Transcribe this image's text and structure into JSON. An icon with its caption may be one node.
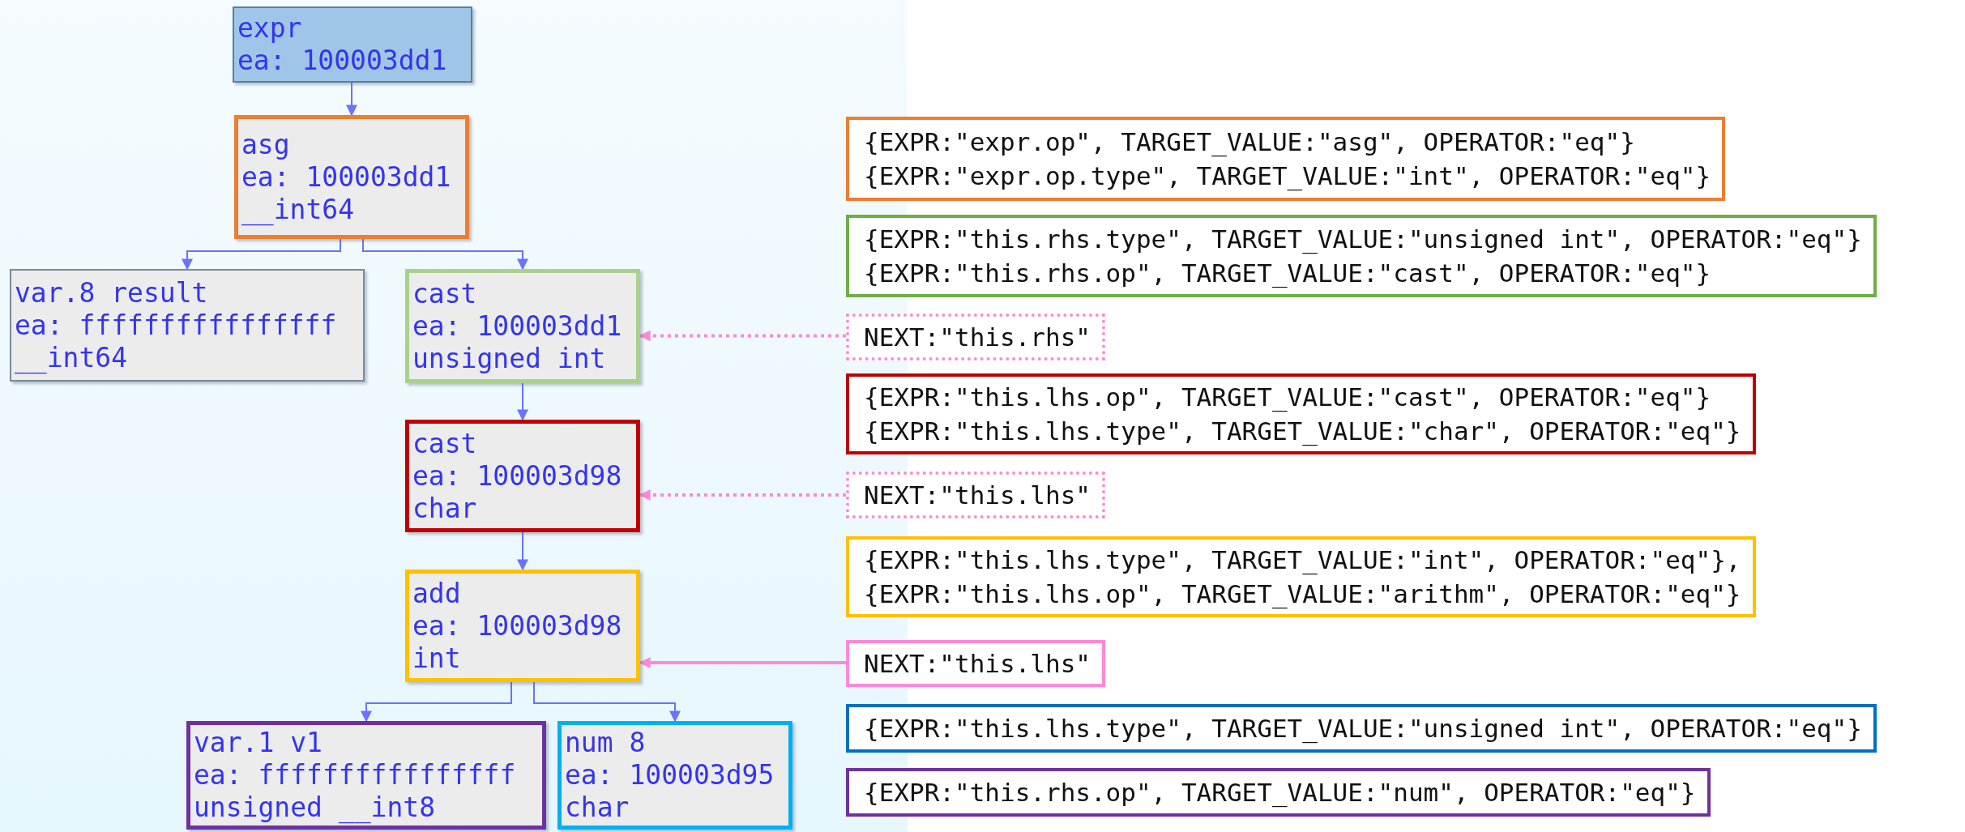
{
  "diagram": {
    "nodes": [
      {
        "text": [
          "expr",
          "ea: 100003dd1"
        ]
      },
      {
        "text": [
          "asg",
          "ea: 100003dd1",
          "__int64"
        ]
      },
      {
        "text": [
          "var.8 result",
          "ea: ffffffffffffffff",
          "__int64"
        ]
      },
      {
        "text": [
          "cast",
          "ea: 100003dd1",
          "unsigned int"
        ]
      },
      {
        "text": [
          "cast",
          "ea: 100003d98",
          "char"
        ]
      },
      {
        "text": [
          "add",
          "ea: 100003d98",
          "int"
        ]
      },
      {
        "text": [
          "var.1 v1",
          "ea: ffffffffffffffff",
          "unsigned __int8"
        ]
      },
      {
        "text": [
          "num 8",
          "ea: 100003d95",
          "char"
        ]
      },
      {
        "text": [
          "{EXPR:\"expr.op\", TARGET_VALUE:\"asg\", OPERATOR:\"eq\"}",
          "{EXPR:\"expr.op.type\", TARGET_VALUE:\"int\", OPERATOR:\"eq\"}"
        ]
      },
      {
        "text": [
          "{EXPR:\"this.rhs.type\", TARGET_VALUE:\"unsigned int\", OPERATOR:\"eq\"}",
          "{EXPR:\"this.rhs.op\", TARGET_VALUE:\"cast\", OPERATOR:\"eq\"}"
        ]
      },
      {
        "text": [
          "NEXT:\"this.rhs\""
        ]
      },
      {
        "text": [
          "{EXPR:\"this.lhs.op\", TARGET_VALUE:\"cast\", OPERATOR:\"eq\"}",
          "{EXPR:\"this.lhs.type\", TARGET_VALUE:\"char\", OPERATOR:\"eq\"}"
        ]
      },
      {
        "text": [
          "NEXT:\"this.lhs\""
        ]
      },
      {
        "text": [
          "{EXPR:\"this.lhs.type\", TARGET_VALUE:\"int\", OPERATOR:\"eq\"},",
          "{EXPR:\"this.lhs.op\", TARGET_VALUE:\"arithm\", OPERATOR:\"eq\"}"
        ]
      },
      {
        "text": [
          "NEXT:\"this.lhs\""
        ]
      },
      {
        "text": [
          "{EXPR:\"this.lhs.type\", TARGET_VALUE:\"unsigned int\", OPERATOR:\"eq\"}"
        ]
      },
      {
        "text": [
          "{EXPR:\"this.rhs.op\", TARGET_VALUE:\"num\", OPERATOR:\"eq\"}"
        ]
      }
    ],
    "edges": [
      {
        "from": 0,
        "to": 1,
        "arrow": "to"
      },
      {
        "from": 1,
        "to": 2,
        "arrow": "to"
      },
      {
        "from": 1,
        "to": 3,
        "arrow": "to"
      },
      {
        "from": 3,
        "to": 4,
        "arrow": "to"
      },
      {
        "from": 4,
        "to": 5,
        "arrow": "to"
      },
      {
        "from": 5,
        "to": 6,
        "arrow": "to"
      },
      {
        "from": 5,
        "to": 7,
        "arrow": "to"
      },
      {
        "from": 10,
        "to": 3,
        "arrow": "to",
        "style": "dashed",
        "color": "#ff88d8"
      },
      {
        "from": 12,
        "to": 4,
        "arrow": "to",
        "style": "dashed",
        "color": "#ff88d8"
      },
      {
        "from": 14,
        "to": 5,
        "arrow": "to",
        "color": "#ff88d8"
      }
    ]
  }
}
